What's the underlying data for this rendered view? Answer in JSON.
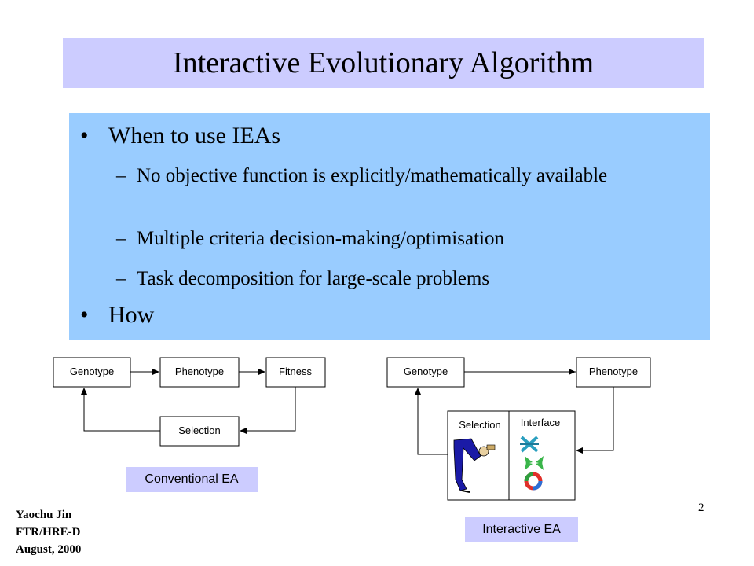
{
  "title": "Interactive Evolutionary Algorithm",
  "bullets": {
    "b1": "When to use IEAs",
    "sub1": "No objective function is explicitly/mathematically available",
    "sub2": "Multiple criteria decision-making/optimisation",
    "sub3": "Task decomposition for large-scale problems",
    "b2": "How"
  },
  "glyphs": {
    "bullet": "•",
    "dash": "–"
  },
  "conventional": {
    "genotype": "Genotype",
    "phenotype": "Phenotype",
    "fitness": "Fitness",
    "selection": "Selection",
    "caption": "Conventional EA"
  },
  "interactive": {
    "genotype": "Genotype",
    "phenotype": "Phenotype",
    "selection": "Selection",
    "interface": "Interface",
    "caption": "Interactive EA"
  },
  "footer": {
    "author": "Yaochu Jin",
    "dept": "FTR/HRE-D",
    "date": "August, 2000"
  },
  "page_number": "2",
  "colors": {
    "title_bg": "#ccccff",
    "content_bg": "#99ccff",
    "caption_bg": "#ccccff"
  },
  "icons": [
    "person-pointing-icon",
    "crossover-icon",
    "mutation-arrows-icon",
    "cycle-icon"
  ]
}
